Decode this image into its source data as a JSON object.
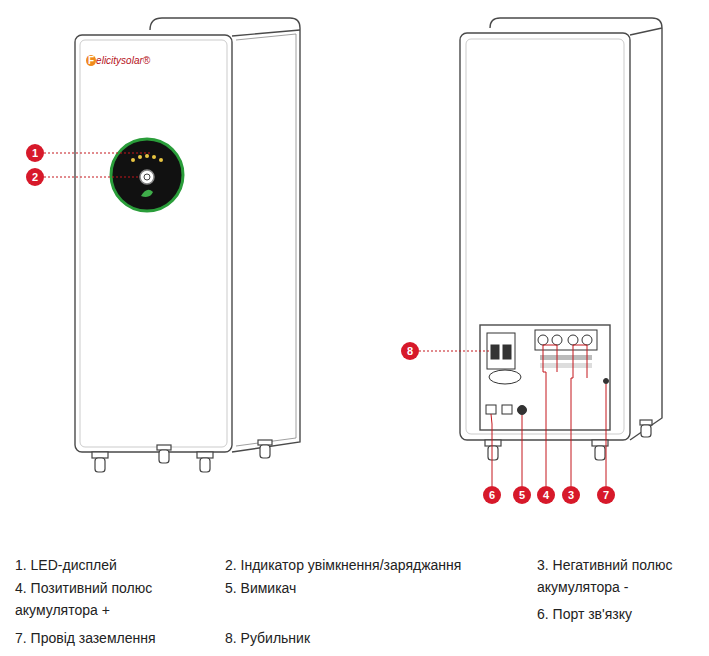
{
  "diagram": {
    "labels": [
      "1",
      "2",
      "8",
      "6",
      "5",
      "4",
      "3",
      "7",
      "Felicitysolar®",
      "1. LED-дисплей",
      "2. Індикатор увімкнення/заряджання",
      "3. Негативний полюс акумулятора -",
      "4. Позитивний полюс акумулятора +",
      "5. Вимикач",
      "6. Порт зв'язку",
      "7. Провід заземлення",
      "8. Рубильник"
    ]
  }
}
